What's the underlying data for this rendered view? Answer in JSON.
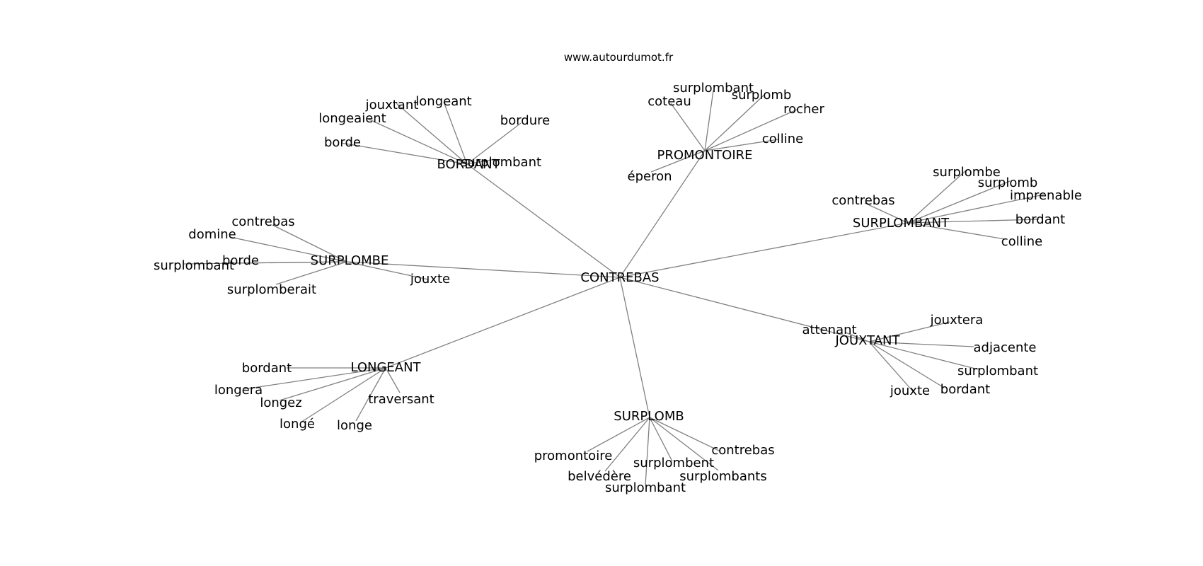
{
  "site": {
    "url": "www.autourdumot.fr"
  },
  "graph": {
    "center": "CONTREBAS",
    "hubs": [
      {
        "label": "BORDANT",
        "words": [
          "jouxtant",
          "longeant",
          "longeaient",
          "bordure",
          "borde",
          "surplombant"
        ]
      },
      {
        "label": "PROMONTOIRE",
        "words": [
          "surplombant",
          "coteau",
          "surplomb",
          "rocher",
          "colline",
          "éperon"
        ]
      },
      {
        "label": "SURPLOMBANT",
        "words": [
          "surplombe",
          "surplomb",
          "imprenable",
          "contrebas",
          "bordant",
          "colline"
        ]
      },
      {
        "label": "SURPLOMBE",
        "words": [
          "contrebas",
          "domine",
          "borde",
          "surplombant",
          "surplomberait",
          "jouxte"
        ]
      },
      {
        "label": "JOUXTANT",
        "words": [
          "jouxtera",
          "attenant",
          "adjacente",
          "surplombant",
          "bordant",
          "jouxte"
        ]
      },
      {
        "label": "LONGEANT",
        "words": [
          "bordant",
          "longera",
          "longez",
          "traversant",
          "longé",
          "longe"
        ]
      },
      {
        "label": "SURPLOMB",
        "words": [
          "contrebas",
          "promontoire",
          "surplombent",
          "belvédère",
          "surplombants",
          "surplombant"
        ]
      }
    ]
  }
}
